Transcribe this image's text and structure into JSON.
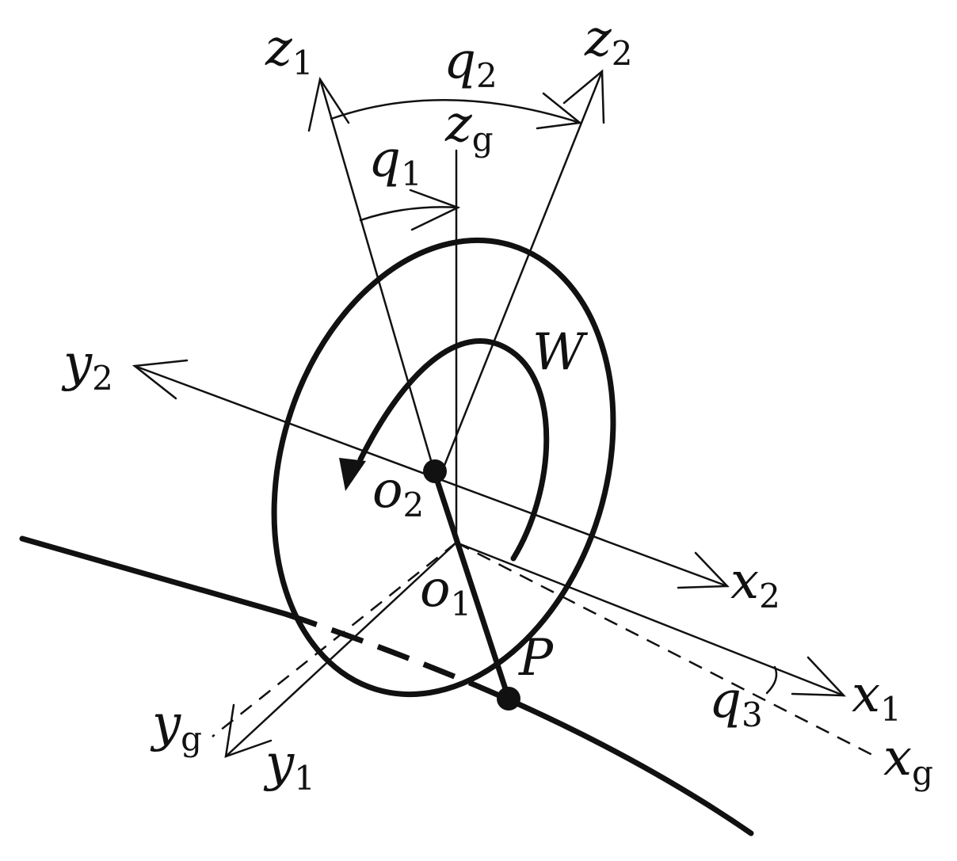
{
  "labels": {
    "z1": {
      "main": "z",
      "sub": "1"
    },
    "z2": {
      "main": "z",
      "sub": "2"
    },
    "zg": {
      "main": "z",
      "sub": "g"
    },
    "q1": {
      "main": "q",
      "sub": "1"
    },
    "q2": {
      "main": "q",
      "sub": "2"
    },
    "q3": {
      "main": "q",
      "sub": "3"
    },
    "y2": {
      "main": "y",
      "sub": "2"
    },
    "x2": {
      "main": "x",
      "sub": "2"
    },
    "x1": {
      "main": "x",
      "sub": "1"
    },
    "xg": {
      "main": "x",
      "sub": "g"
    },
    "yg": {
      "main": "y",
      "sub": "g"
    },
    "y1": {
      "main": "y",
      "sub": "1"
    },
    "o1": {
      "main": "o",
      "sub": "1"
    },
    "o2": {
      "main": "o",
      "sub": "2"
    },
    "W": "W",
    "P": "P"
  },
  "colors": {
    "ink": "#111111",
    "background": "#ffffff"
  }
}
